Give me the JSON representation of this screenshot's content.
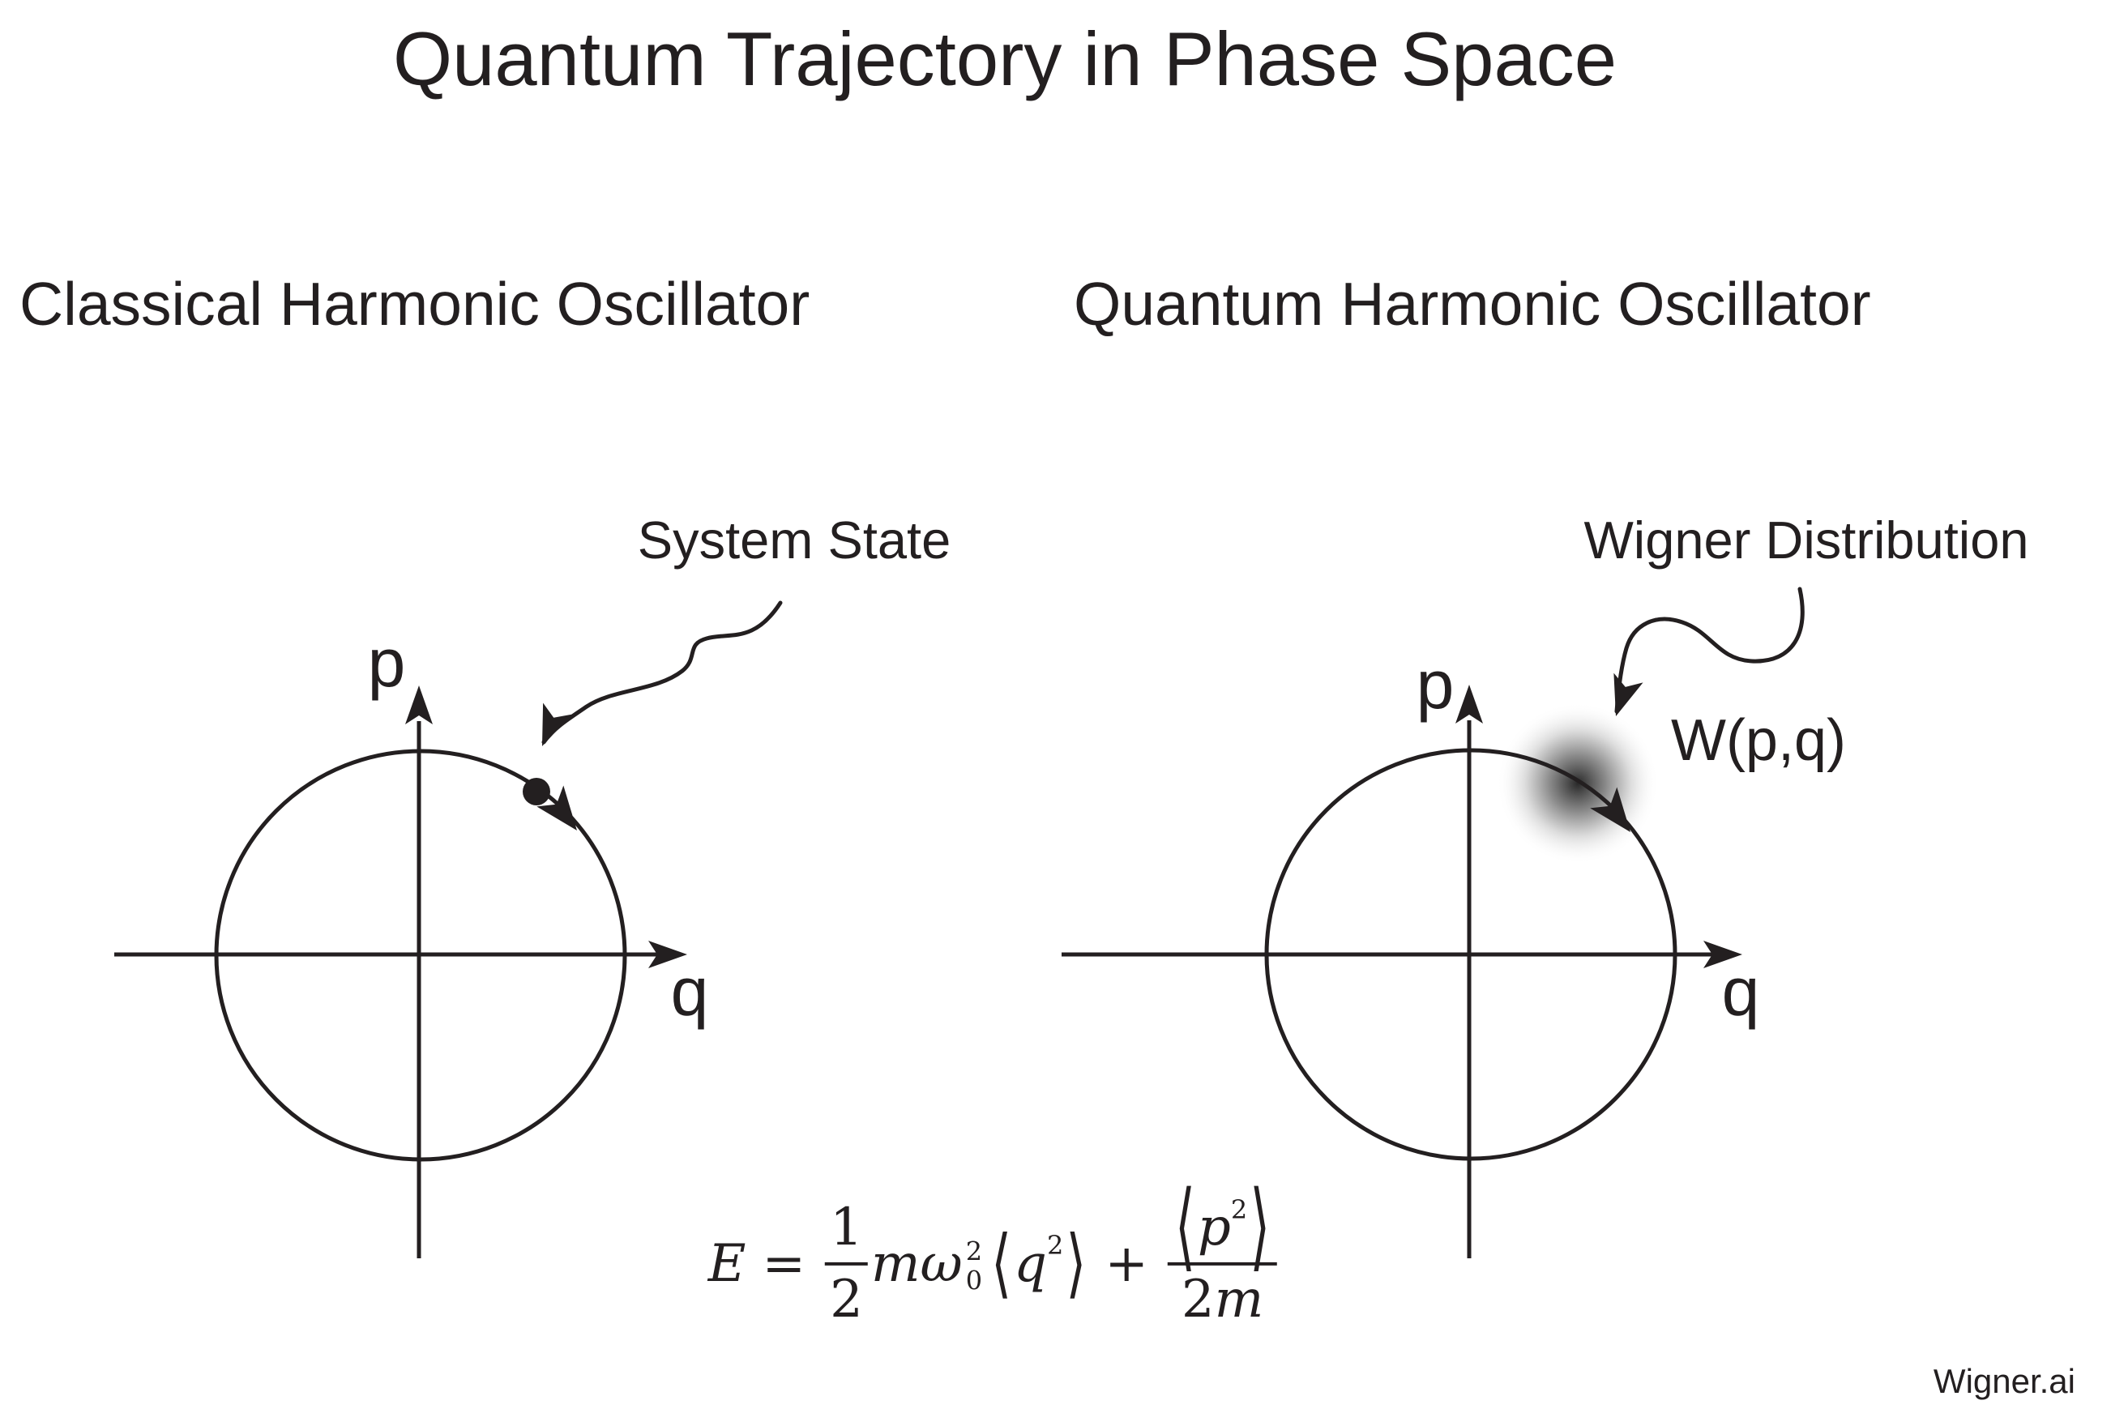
{
  "title": "Quantum Trajectory in Phase Space",
  "watermark": "Wigner.ai",
  "colors": {
    "ink": "#231f20",
    "background": "#ffffff"
  },
  "classical": {
    "heading": "Classical Harmonic Oscillator",
    "annotation": "System State",
    "p_axis_label": "p",
    "q_axis_label": "q"
  },
  "quantum": {
    "heading": "Quantum Harmonic Oscillator",
    "annotation": "Wigner Distribution",
    "distribution_label": "W(p,q)",
    "p_axis_label": "p",
    "q_axis_label": "q"
  },
  "equation": {
    "lhs": "E",
    "equals": "=",
    "frac_half": {
      "num": "1",
      "den": "2"
    },
    "mass": "m",
    "omega": "ω",
    "omega_sup": "2",
    "omega_sub": "0",
    "q_term": {
      "open": "⟨",
      "var": "q",
      "sup": "2",
      "close": "⟩"
    },
    "plus": "+",
    "p_term": {
      "open": "⟨",
      "var": "p",
      "sup": "2",
      "close": "⟩"
    },
    "denominator": {
      "coef": "2",
      "var": "m"
    }
  }
}
